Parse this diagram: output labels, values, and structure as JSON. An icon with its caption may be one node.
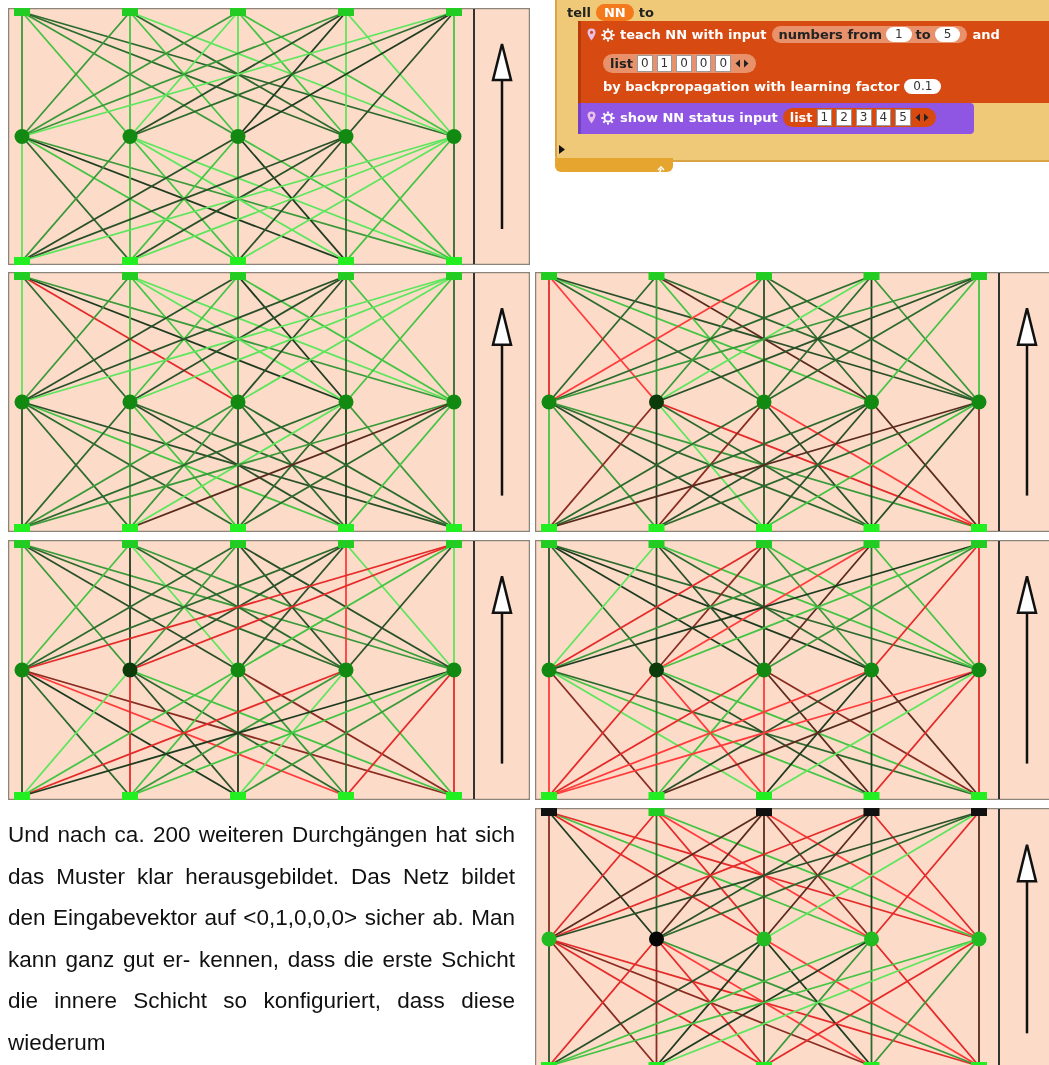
{
  "diagram": {
    "nodes": [
      {
        "text": [
          "tell",
          "to"
        ]
      },
      {
        "text": [
          "NN"
        ],
        "in": 0
      },
      {
        "text": [
          "teach NN with input",
          "and",
          "by backpropagation with learning factor"
        ],
        "in": 0
      },
      {
        "text": [
          "numbers from",
          "to"
        ],
        "in": 2
      },
      {
        "text": [
          "1"
        ],
        "in": 3
      },
      {
        "text": [
          "5"
        ],
        "in": 3
      },
      {
        "text": [
          "list"
        ],
        "in": 2
      },
      {
        "text": [
          "0"
        ],
        "in": 6
      },
      {
        "text": [
          "1"
        ],
        "in": 6
      },
      {
        "text": [
          "0"
        ],
        "in": 6
      },
      {
        "text": [
          "0"
        ],
        "in": 6
      },
      {
        "text": [
          "0"
        ],
        "in": 6
      },
      {
        "text": [
          "0.1"
        ],
        "in": 2
      },
      {
        "text": [
          "show NN status input"
        ],
        "in": 0
      },
      {
        "text": [
          "list"
        ],
        "in": 13
      },
      {
        "text": [
          "1"
        ],
        "in": 14
      },
      {
        "text": [
          "2"
        ],
        "in": 14
      },
      {
        "text": [
          "3"
        ],
        "in": 14
      },
      {
        "text": [
          "4"
        ],
        "in": 14
      },
      {
        "text": [
          "5"
        ],
        "in": 14
      }
    ],
    "labels": [
      "Und nach ca. 200 weiteren Durchgängen hat sich das Muster klar herausgebildet. Das Netz bildet den Eingabevektor auf <0,1,0,0,0> sicher ab. Man kann ganz gut er- kennen, dass die erste Schicht die innere Schicht so konfiguriert, dass diese wiederum"
    ]
  }
}
